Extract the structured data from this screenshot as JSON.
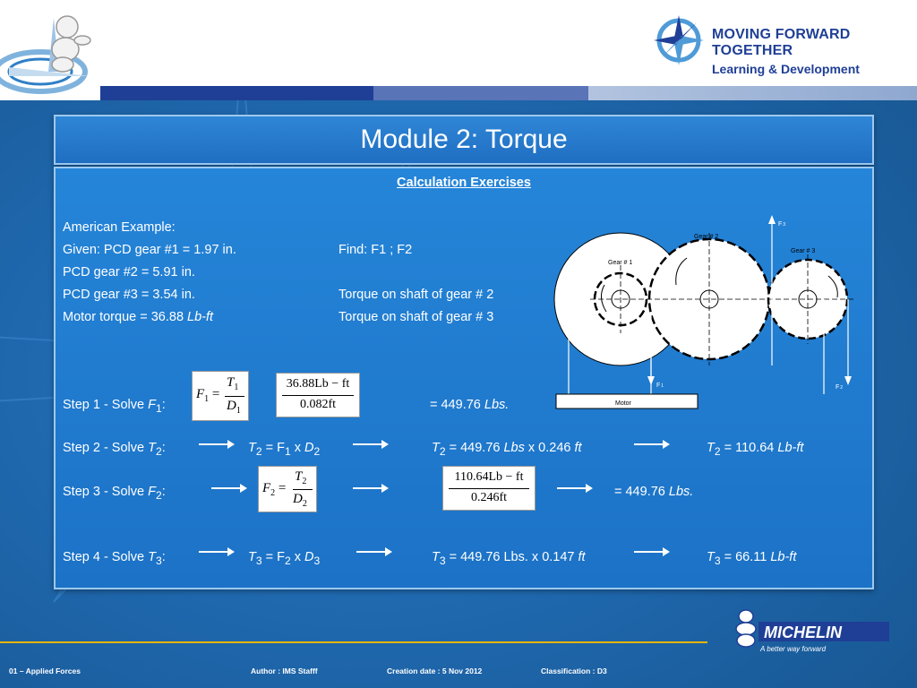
{
  "brand": {
    "line1": "MOVING FORWARD TOGETHER",
    "line2": "Learning & Development"
  },
  "title": "Module 2:  Torque",
  "content": {
    "heading": "Calculation Exercises",
    "american_example": "American Example:",
    "given_line": "Given: PCD gear #1 = 1.97 in.",
    "pcd2": "PCD gear #2 = 5.91 in.",
    "pcd3": "PCD gear #3 = 3.54 in.",
    "motor_torque_prefix": "Motor torque = 36.88 ",
    "motor_torque_unit": "Lb-ft",
    "find": "Find: F1 ; F2",
    "find_t2": "Torque on shaft of gear # 2",
    "find_t3": "Torque on shaft of gear # 3",
    "step1": {
      "label_prefix": "Step 1 - Solve ",
      "formula_lhs": "F",
      "formula_num": "T",
      "formula_den": "D",
      "sub": "1",
      "value_num": "36.88Lb − ft",
      "value_den": "0.082ft",
      "result_prefix": "= 449.76 ",
      "result_unit": "Lbs."
    },
    "step2": {
      "label_prefix": "Step 2 - Solve ",
      "var": "T",
      "sub": "2",
      "formula": "= F",
      "formula_sub1": "1",
      "times": " x ",
      "formula_var2": "D",
      "formula_sub2": "2",
      "calc_prefix": " = 449.76 ",
      "calc_unit1": "Lbs",
      "calc_mid": " x 0.246 ",
      "calc_unit2": "ft",
      "result_prefix": " = 110.64 ",
      "result_unit": "Lb-ft"
    },
    "step3": {
      "label_prefix": "Step 3 - Solve ",
      "var": "F",
      "sub": "2",
      "formula_lhs": "F",
      "formula_num": "T",
      "formula_den": "D",
      "value_num": "110.64Lb − ft",
      "value_den": "0.246ft",
      "result_prefix": "= 449.76 ",
      "result_unit": "Lbs."
    },
    "step4": {
      "label_prefix": "Step 4 - Solve ",
      "var": "T",
      "sub": "3",
      "formula": "= F",
      "formula_sub1": "2",
      "times": " x ",
      "formula_var2": "D",
      "formula_sub2": "3",
      "calc_prefix": " = 449.76 Lbs. x 0.147 ",
      "calc_unit": "ft",
      "result_prefix": " = 66.11  ",
      "result_unit": "Lb-ft"
    },
    "colon": ":"
  },
  "diagram": {
    "gear1": "Gear # 1",
    "gear2": "Gear # 2",
    "gear3": "Gear # 3",
    "motor": "Motor",
    "f1": "F",
    "f1_sub": "1",
    "f2": "F",
    "f2_sub": "2",
    "f3": "F",
    "f3_sub": "3"
  },
  "michelin": {
    "name": "MICHELIN",
    "tagline": "A better way forward"
  },
  "footer": {
    "module": "01 – Applied Forces",
    "author": "Author : IMS Stafff",
    "date": "Creation date : 5 Nov 2012",
    "classification": "Classification : D3"
  },
  "colors": {
    "accent_navy": "#1f3f96",
    "footer_line": "#e8b400",
    "panel_blue": "#1f6ec2"
  }
}
